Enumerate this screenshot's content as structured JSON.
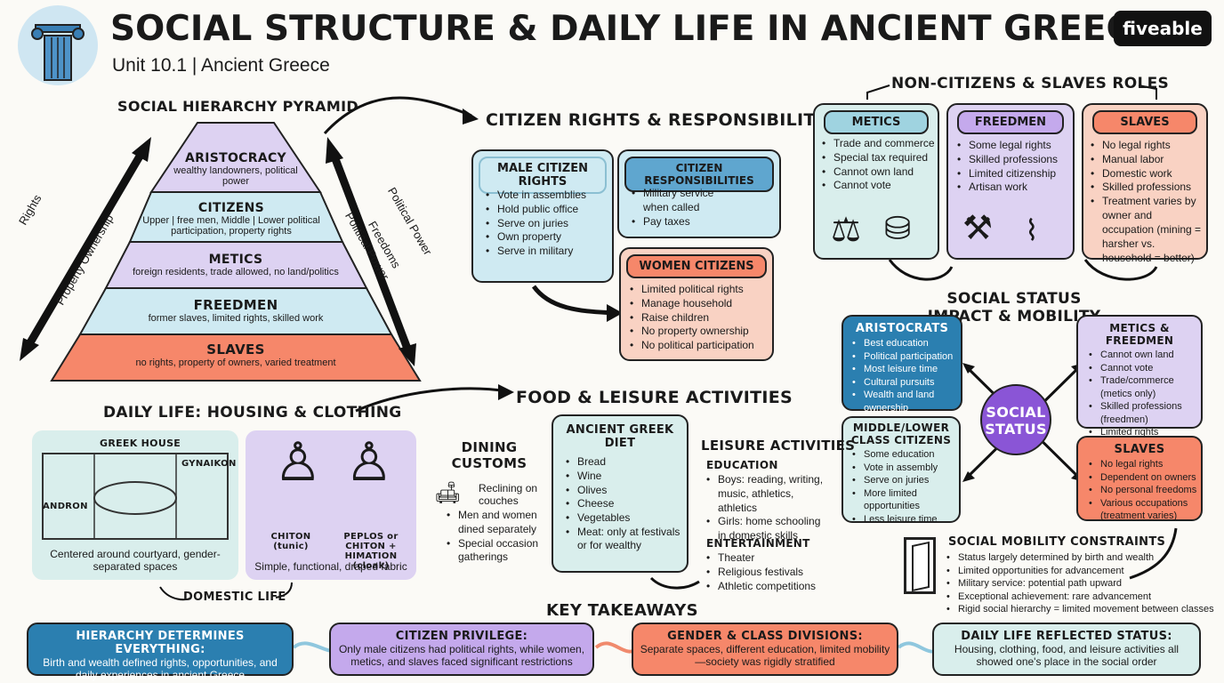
{
  "colors": {
    "blue": "#cfeaf2",
    "purple": "#ddd2f2",
    "salmon": "#f9d2c3",
    "teal": "#d9eeec",
    "darkblue": "#2b7fb0",
    "purpleDeep": "#8a55d6"
  },
  "header": {
    "title": "SOCIAL STRUCTURE & DAILY LIFE IN ANCIENT GREECE",
    "subtitle": "Unit 10.1 | Ancient Greece",
    "brand": "fiveable"
  },
  "pyramid": {
    "title": "SOCIAL HIERARCHY PYRAMID",
    "levels": [
      {
        "name": "ARISTOCRACY",
        "desc": "wealthy landowners, political power"
      },
      {
        "name": "CITIZENS",
        "desc": "Upper | free men, Middle | Lower political participation, property rights"
      },
      {
        "name": "METICS",
        "desc": "foreign residents, trade allowed, no land/politics"
      },
      {
        "name": "FREEDMEN",
        "desc": "former slaves, limited rights, skilled work"
      },
      {
        "name": "SLAVES",
        "desc": "no rights, property of owners, varied treatment"
      }
    ],
    "left_arrow": [
      "Rights",
      "Property Ownership"
    ],
    "right_arrow": [
      "Political Power",
      "Freedoms",
      "Political Power"
    ]
  },
  "citizen": {
    "title": "CITIZEN RIGHTS & RESPONSIBILITIES",
    "male": {
      "title": "MALE CITIZEN RIGHTS",
      "items": [
        "Vote in assemblies",
        "Hold public office",
        "Serve on juries",
        "Own property",
        "Serve in military"
      ]
    },
    "resp": {
      "title": "CITIZEN RESPONSIBILITIES",
      "items": [
        "Military service when called",
        "Pay taxes"
      ]
    },
    "women": {
      "title": "WOMEN CITIZENS",
      "items": [
        "Limited political rights",
        "Manage household",
        "Raise children",
        "No property ownership",
        "No political participation"
      ]
    }
  },
  "noncitizens": {
    "title": "NON-CITIZENS & SLAVES ROLES",
    "metics": {
      "title": "METICS",
      "items": [
        "Trade and commerce",
        "Special tax required",
        "Cannot own land",
        "Cannot vote"
      ]
    },
    "freedmen": {
      "title": "FREEDMEN",
      "items": [
        "Some legal rights",
        "Skilled professions",
        "Limited citizenship",
        "Artisan work"
      ]
    },
    "slaves": {
      "title": "SLAVES",
      "items": [
        "No legal rights",
        "Manual labor",
        "Domestic work",
        "Skilled professions",
        "Treatment varies by owner and occupation (mining = harsher vs. household = better)"
      ]
    }
  },
  "status": {
    "title": "SOCIAL STATUS IMPACT & MOBILITY",
    "center": "SOCIAL STATUS",
    "aristocrats": {
      "title": "ARISTOCRATS",
      "items": [
        "Best education",
        "Political participation",
        "Most leisure time",
        "Cultural pursuits",
        "Wealth and land ownership"
      ]
    },
    "middle": {
      "title": "MIDDLE/LOWER CLASS CITIZENS",
      "items": [
        "Some education",
        "Vote in assembly",
        "Serve on juries",
        "More limited opportunities",
        "Less leisure time"
      ]
    },
    "metics": {
      "title": "METICS & FREEDMEN",
      "items": [
        "Cannot own land",
        "Cannot vote",
        "Trade/commerce (metics only)",
        "Skilled professions (freedmen)",
        "Limited rights"
      ]
    },
    "slaves": {
      "title": "SLAVES",
      "items": [
        "No legal rights",
        "Dependent on owners",
        "No personal freedoms",
        "Various occupations (treatment varies)"
      ]
    },
    "constraints": {
      "title": "SOCIAL MOBILITY CONSTRAINTS",
      "items": [
        "Status largely determined by birth and wealth",
        "Limited opportunities for advancement",
        "Military service: potential path upward",
        "Exceptional achievement: rare advancement",
        "Rigid social hierarchy = limited movement between classes"
      ]
    }
  },
  "housing": {
    "title": "DAILY LIFE: HOUSING & CLOTHING",
    "house_label": "GREEK HOUSE",
    "andron": "ANDRON",
    "gynaikon": "GYNAIKON",
    "house_caption": "Centered around courtyard, gender-separated spaces",
    "chiton": "CHITON (tunic)",
    "peplos": "PEPLOS or CHITON + HIMATION (cloak)",
    "clothing_caption": "Simple, functional, draped fabric",
    "domestic": "DOMESTIC LIFE"
  },
  "food": {
    "title": "FOOD & LEISURE ACTIVITIES",
    "dining": {
      "title": "DINING CUSTOMS",
      "recline": "Reclining on couches",
      "items": [
        "Men and women dined separately",
        "Special occasion gatherings"
      ]
    },
    "diet": {
      "title": "ANCIENT GREEK DIET",
      "items": [
        "Bread",
        "Wine",
        "Olives",
        "Cheese",
        "Vegetables",
        "Meat: only at festivals or for wealthy"
      ]
    },
    "leisure": {
      "title": "LEISURE ACTIVITIES",
      "education": "EDUCATION",
      "edu_items": [
        "Boys: reading, writing, music, athletics, athletics",
        "Girls: home schooling in domestic skills"
      ],
      "entertainment": "ENTERTAINMENT",
      "ent_items": [
        "Theater",
        "Religious festivals",
        "Athletic competitions"
      ]
    }
  },
  "takeaways": {
    "title": "KEY TAKEAWAYS",
    "cards": [
      {
        "title": "HIERARCHY DETERMINES EVERYTHING:",
        "text": "Birth and wealth defined rights, opportunities, and daily experiences in ancient Greece"
      },
      {
        "title": "CITIZEN PRIVILEGE:",
        "text": "Only male citizens had political rights, while women, metics, and slaves faced significant restrictions"
      },
      {
        "title": "GENDER & CLASS DIVISIONS:",
        "text": "Separate spaces, different education, limited mobility—society was rigidly stratified"
      },
      {
        "title": "DAILY LIFE REFLECTED STATUS:",
        "text": "Housing, clothing, food, and leisure activities all showed one's place in the social order"
      }
    ]
  }
}
